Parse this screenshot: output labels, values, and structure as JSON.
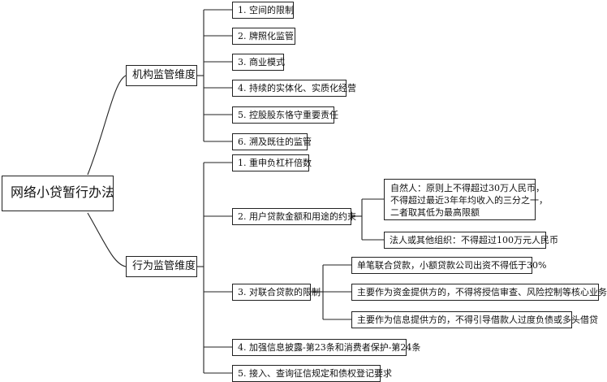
{
  "root": {
    "label": "网络小贷暂行办法"
  },
  "dimensions": [
    {
      "label": "机构监管维度",
      "items": [
        {
          "label": "1. 空间的限制"
        },
        {
          "label": "2. 牌照化监管"
        },
        {
          "label": "3. 商业模式"
        },
        {
          "label": "4. 持续的实体化、实质化经营"
        },
        {
          "label": "5. 控股股东恪守重要责任"
        },
        {
          "label": "6. 溯及既往的监管"
        }
      ]
    },
    {
      "label": "行为监管维度",
      "items": [
        {
          "label": "1. 重申负杠杆倍数"
        },
        {
          "label": "2. 用户贷款金额和用途的约束",
          "details": [
            {
              "lines": [
                "自然人：原则上不得超过30万人民币，",
                "不得超过最近3年年均收入的三分之一，",
                "二者取其低为最高限额"
              ]
            },
            {
              "lines": [
                "法人或其他组织：不得超过100万元人民币"
              ]
            }
          ]
        },
        {
          "label": "3. 对联合贷款的限制",
          "details": [
            {
              "lines": [
                "单笔联合贷款，小额贷款公司出资不得低于30%"
              ]
            },
            {
              "lines": [
                "主要作为资金提供方的，不得将授信审查、风险控制等核心业务外包"
              ]
            },
            {
              "lines": [
                "主要作为信息提供方的，不得引导借款人过度负债或多头借贷"
              ]
            }
          ]
        },
        {
          "label": "4. 加强信息披露-第23条和消费者保护-第24条"
        },
        {
          "label": "5. 接入、查询征信规定和债权登记要求"
        }
      ]
    }
  ]
}
